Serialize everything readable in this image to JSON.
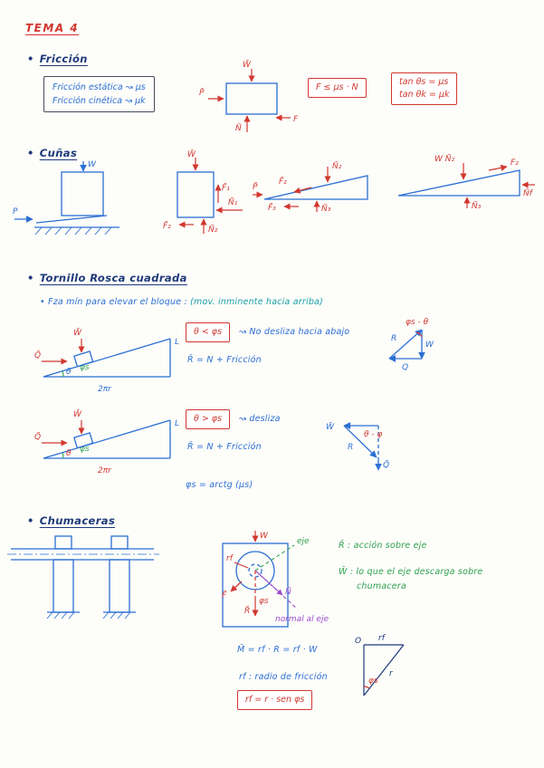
{
  "ui": {
    "bullet": "•"
  },
  "title": "TEMA 4",
  "friccion": {
    "heading": "Fricción",
    "def_box": {
      "line1": "Fricción estática ↝ μs",
      "line2": "Fricción cinética ↝ μk"
    },
    "fbd": {
      "w": "W̄",
      "p": "P̄",
      "f": "F",
      "n": "N̄"
    },
    "formula": "F ≤ μs · N",
    "tan_box": {
      "line1": "tan θs = μs",
      "line2": "tan θk = μk"
    }
  },
  "cunas": {
    "heading": "Cuñas",
    "setup": {
      "w": "W",
      "p": "P"
    },
    "fbd_block": {
      "w": "W̄",
      "f1": "F̄₁",
      "n1": "N̄₁",
      "f2": "F̄₂",
      "n2": "N̄₂"
    },
    "fbd_wedge": {
      "p": "P̄",
      "f2": "F̄₂",
      "n2": "N̄₂",
      "f3": "F̄₃",
      "n3": "N̄₃"
    },
    "fbd_wedge2": {
      "wn2": "W N̄₂",
      "f2": "F₂",
      "nf": "N̄f",
      "n3": "N̄₃"
    }
  },
  "tornillo": {
    "heading": "Tornillo Rosca cuadrada",
    "sub": "Fza mín para elevar el bloque :",
    "sub_paren": "(mov. inminente hacia arriba)",
    "diag1": {
      "q": "Q̄",
      "w": "W̄",
      "theta": "θ",
      "phi": "φs",
      "L": "L",
      "base": "2πr"
    },
    "case1": {
      "box": "θ < φs",
      "note": "↝ No desliza hacia abajo",
      "req": "R̄ = N + Fricción"
    },
    "vec1": {
      "r": "R",
      "angle": "φs - θ",
      "w": "W",
      "q": "Q"
    },
    "diag2": {
      "q": "Q̄",
      "w": "W̄",
      "theta": "θ",
      "phi": "φs",
      "L": "L",
      "base": "2πr"
    },
    "case2": {
      "box": "θ > φs",
      "note": "↝  desliza",
      "req": "R̄ = N + Fricción"
    },
    "vec2": {
      "w": "W̄",
      "angle": "θ - φ",
      "r": "R",
      "q": "Q̄"
    },
    "phi_eq": "φs = arctg (μs)"
  },
  "chumaceras": {
    "heading": "Chumaceras",
    "bearing": {
      "w": "W",
      "eje": "eje",
      "normal": "normal al eje",
      "n": "N̄",
      "r": "R̄",
      "f": "F̄",
      "rf": "rf",
      "phi": "φs"
    },
    "notes": {
      "line1": "R̄ : acción sobre eje",
      "line2": "W̄ : lo que el eje descarga sobre",
      "line3": "chumacera"
    },
    "m_eq": "M̄ = rf · R = rf · W",
    "rf_def": "rf : radio de fricción",
    "rf_box": "rf = r · sen φs",
    "tri": {
      "o": "O",
      "rf": "rf",
      "r": "r",
      "phi": "φs"
    }
  }
}
